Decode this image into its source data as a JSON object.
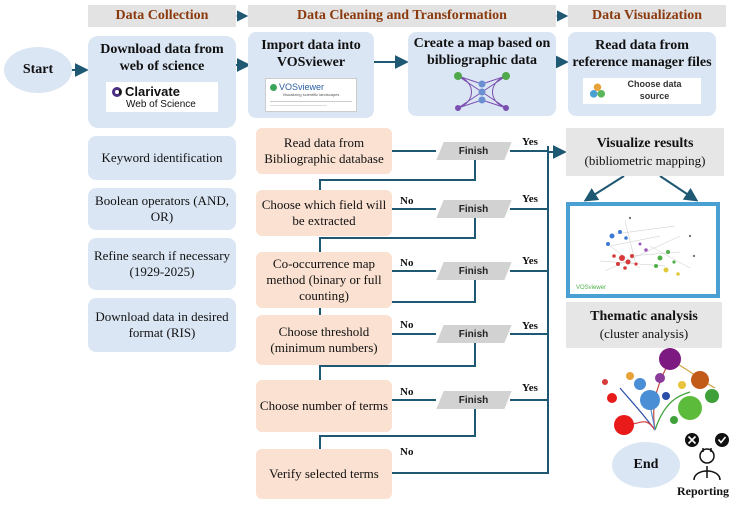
{
  "headers": {
    "collection": "Data Collection",
    "cleaning": "Data Cleaning and Transformation",
    "visualization": "Data Visualization"
  },
  "start_label": "Start",
  "end_label": "End",
  "collection_steps": {
    "download": "Download data from web of science",
    "keyword": "Keyword identification",
    "boolean": "Boolean operators (AND, OR)",
    "refine": "Refine search if necessary (1929-2025)",
    "format": "Download data in desired format (RIS)"
  },
  "clarivate_logo": {
    "brand": "Clarivate",
    "sub": "Web of Science"
  },
  "import_box": "Import data into VOSviewer",
  "vosviewer_logo": {
    "name": "VOSviewer",
    "tagline": "Visualizing scientific landscapes"
  },
  "map_box": "Create a map based on bibliographic data",
  "read_box": "Read data from reference manager files",
  "choose_source": "Choose data source",
  "cleaning_steps": [
    "Read data from Bibliographic database",
    "Choose which field will be extracted",
    "Co-occurrence map method (binary or full counting)",
    "Choose threshold (minimum numbers)",
    "Choose number of terms",
    "Verify selected terms"
  ],
  "finish_label": "Finish",
  "yes_label": "Yes",
  "no_label": "No",
  "visualize": {
    "title": "Visualize results",
    "sub": "(bibliometric mapping)"
  },
  "network_caption": "VOSviewer",
  "thematic": {
    "title": "Thematic analysis",
    "sub": "(cluster analysis)"
  },
  "reporting_label": "Reporting",
  "colors": {
    "header_text": "#8b3a0e",
    "header_bg": "#e3e3e3",
    "blue_box": "#dbe6f4",
    "peach_box": "#fbe1d1",
    "connector": "#1f5872",
    "network_frame": "#4a9fd3"
  }
}
